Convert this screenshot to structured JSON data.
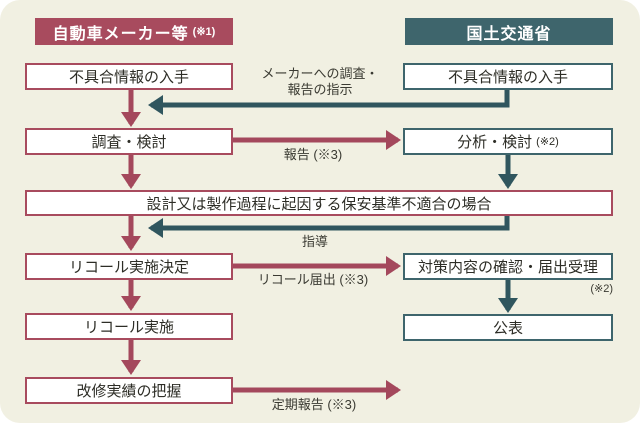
{
  "headers": {
    "maker": {
      "label": "自動車メーカー等",
      "note": "(※1)"
    },
    "mlit": {
      "label": "国土交通省"
    }
  },
  "maker_flow": {
    "defect_info": "不具合情報の入手",
    "investigation": "調査・検討",
    "recall_decision": "リコール実施決定",
    "recall_implementation": "リコール実施",
    "repair_tracking": "改修実績の把握"
  },
  "mlit_flow": {
    "defect_info": "不具合情報の入手",
    "analysis": {
      "label": "分析・検討",
      "note": "(※2)"
    },
    "confirmation": {
      "label": "対策内容の確認・届出受理",
      "note": "(※2)"
    },
    "publication": "公表"
  },
  "center_condition": "設計又は製作過程に起因する保安基準不適合の場合",
  "arrow_labels": {
    "instruction_line1": "メーカーへの調査・",
    "instruction_line2": "報告の指示",
    "report": "報告 (※3)",
    "guidance": "指導",
    "recall_notification": "リコール届出 (※3)",
    "periodic_report": "定期報告 (※3)"
  },
  "colors": {
    "page": "#ffffff",
    "panel": "#f1f0e2",
    "maker": "#a84b5e",
    "maker_arrow": "#a4485c",
    "mlit": "#3e656c",
    "mlit_arrow": "#30565e",
    "box_fill": "#ffffff",
    "box_text": "#2d2d26",
    "label_text": "#3a3a32"
  }
}
